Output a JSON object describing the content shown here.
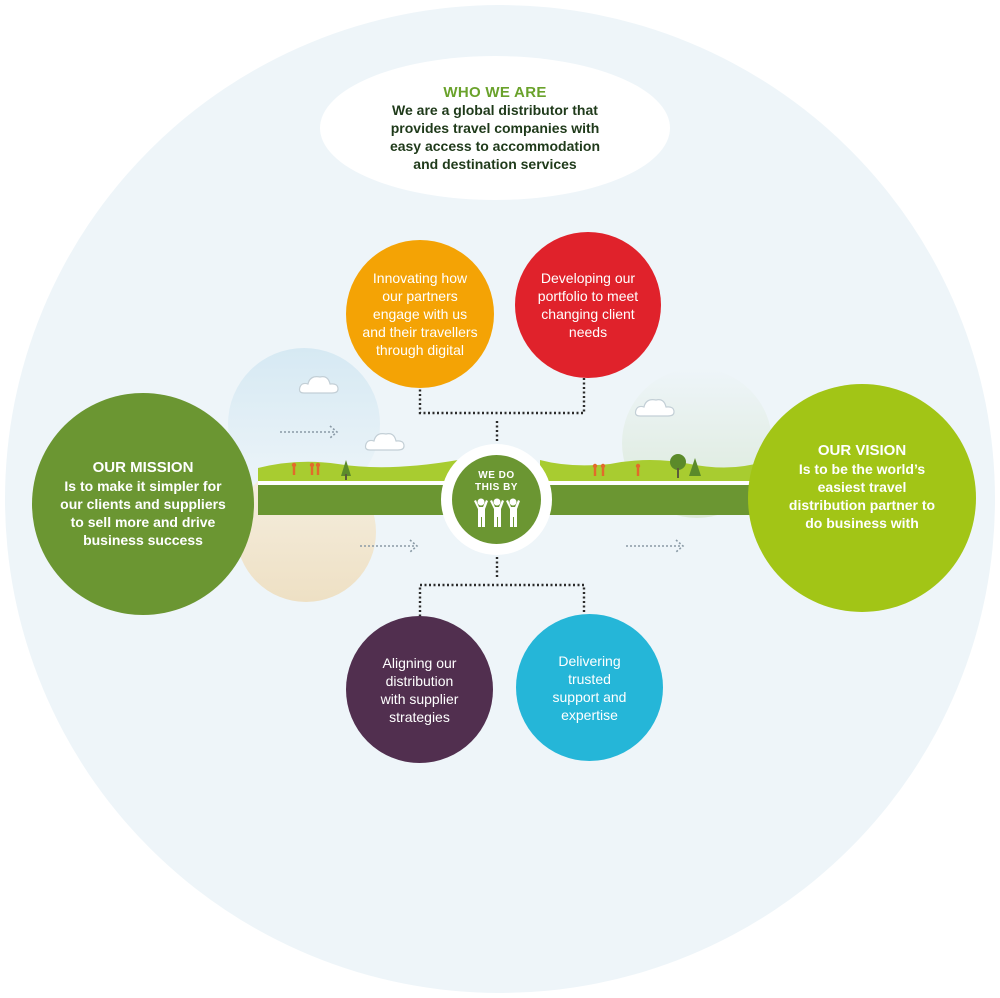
{
  "colors": {
    "background": "#eef5f9",
    "mission": "#6b9632",
    "vision": "#a2c516",
    "digital": "#f4a305",
    "portfolio": "#e0222b",
    "aligning": "#512f4f",
    "delivering": "#25b6d8",
    "who_title": "#6aa22b"
  },
  "who_we_are": {
    "title": "WHO WE ARE",
    "lines": [
      "We are a global distributor that",
      "provides travel companies with",
      "easy access to accommodation",
      "and destination services"
    ]
  },
  "mission": {
    "title": "OUR MISSION",
    "lines": [
      "Is to make it simpler for",
      "our clients and suppliers",
      "to sell more and drive",
      "business success"
    ]
  },
  "vision": {
    "title": "OUR VISION",
    "lines": [
      "Is to be the world’s",
      "easiest travel",
      "distribution partner to",
      "do business with"
    ]
  },
  "center": {
    "lines": [
      "WE DO",
      "THIS BY"
    ],
    "icon": "people-group-icon"
  },
  "pillars": {
    "digital": {
      "lines": [
        "Innovating how",
        "our partners",
        "engage with us",
        "and their travellers",
        "through digital"
      ]
    },
    "portfolio": {
      "lines": [
        "Developing our",
        "portfolio to meet",
        "changing client",
        "needs"
      ]
    },
    "aligning": {
      "lines": [
        "Aligning our",
        "distribution",
        "with supplier",
        "strategies"
      ]
    },
    "delivering": {
      "lines": [
        "Delivering",
        "trusted",
        "support and",
        "expertise"
      ]
    }
  }
}
